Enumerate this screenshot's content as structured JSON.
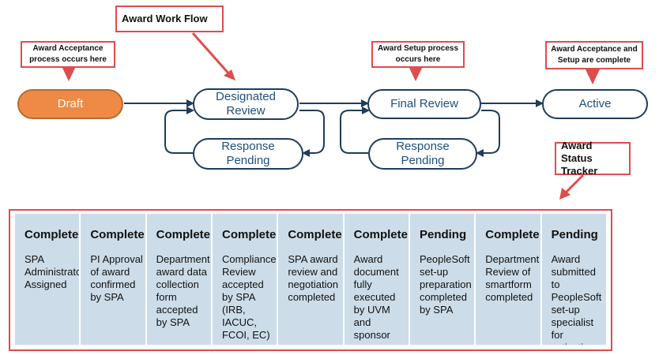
{
  "workflow": {
    "nodes": {
      "draft": "Draft",
      "designated_review": "Designated\nReview",
      "response_pending_1": "Response\nPending",
      "final_review": "Final Review",
      "response_pending_2": "Response\nPending",
      "active": "Active"
    }
  },
  "callouts": {
    "award_work_flow": "Award Work Flow",
    "award_acceptance": "Award Acceptance\nprocess occurs here",
    "award_setup": "Award Setup process\noccurs here",
    "acceptance_setup_complete": "Award Acceptance and\nSetup are complete",
    "award_status_tracker": "Award Status\nTracker"
  },
  "tracker": {
    "cells": [
      {
        "status": "Complete",
        "desc": "SPA\nAdministrator\nAssigned"
      },
      {
        "status": "Complete",
        "desc": "PI Approval\nof award\nconfirmed\nby SPA"
      },
      {
        "status": "Complete",
        "desc": "Department\naward data\ncollection\nform\naccepted\nby SPA"
      },
      {
        "status": "Complete",
        "desc": "Compliance\nReview\naccepted\nby SPA\n(IRB,\nIACUC,\nFCOI, EC)"
      },
      {
        "status": "Complete",
        "desc": "SPA award\nreview and\nnegotiation\ncompleted"
      },
      {
        "status": "Complete",
        "desc": "Award\ndocument\nfully\nexecuted\nby UVM\nand\nsponsor"
      },
      {
        "status": "Pending",
        "desc": "PeopleSoft\nset-up\npreparation\ncompleted\nby SPA"
      },
      {
        "status": "Complete",
        "desc": "Department\nReview of\nsmartform\ncompleted"
      },
      {
        "status": "Pending",
        "desc": "Award\nsubmitted\nto\nPeopleSoft\nset-up\nspecialist\nfor\nactivation"
      }
    ]
  },
  "colors": {
    "draft_fill": "#ee8a45",
    "node_border": "#1f3c5a",
    "node_text": "#1f4e79",
    "callout_border": "#e04c4c",
    "arrow": "#1f3c5a",
    "pointer": "#e04c4c",
    "cell_fill": "#ccdde9"
  }
}
